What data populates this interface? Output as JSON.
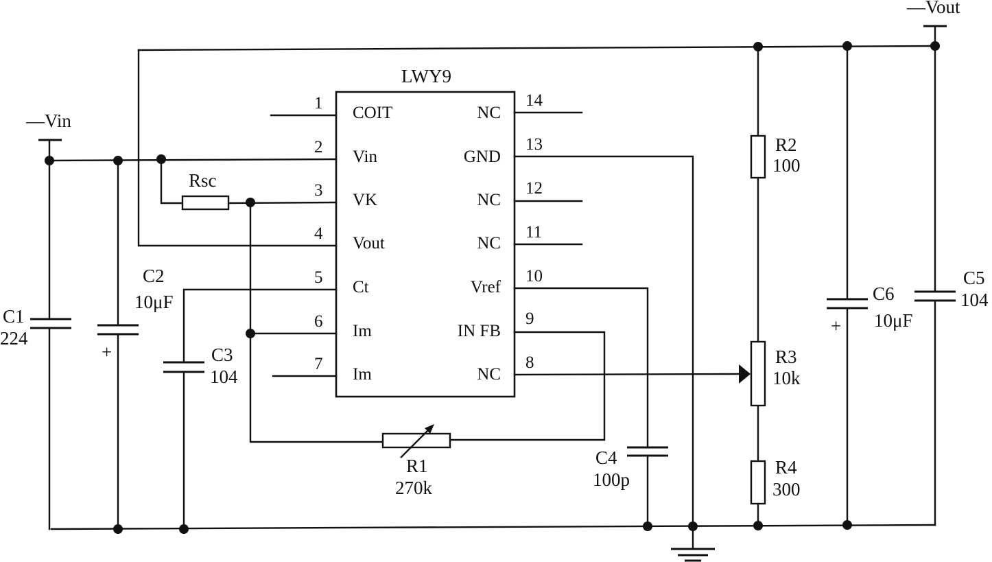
{
  "chip": {
    "name": "LWY9",
    "left_pins": [
      {
        "num": "1",
        "name": "COIT"
      },
      {
        "num": "2",
        "name": "Vin"
      },
      {
        "num": "3",
        "name": "VK"
      },
      {
        "num": "4",
        "name": "Vout"
      },
      {
        "num": "5",
        "name": "Ct"
      },
      {
        "num": "6",
        "name": "Im"
      },
      {
        "num": "7",
        "name": "Im"
      }
    ],
    "right_pins": [
      {
        "num": "14",
        "name": "NC"
      },
      {
        "num": "13",
        "name": "GND"
      },
      {
        "num": "12",
        "name": "NC"
      },
      {
        "num": "11",
        "name": "NC"
      },
      {
        "num": "10",
        "name": "Vref"
      },
      {
        "num": "9",
        "name": "IN FB"
      },
      {
        "num": "8",
        "name": "NC"
      }
    ]
  },
  "terminals": {
    "vin": "—Vin",
    "vout": "—Vout"
  },
  "components": {
    "c1": {
      "name": "C1",
      "value": "224"
    },
    "c2": {
      "name": "C2",
      "value": "10μF",
      "polarity": "+"
    },
    "c3": {
      "name": "C3",
      "value": "104"
    },
    "c4": {
      "name": "C4",
      "value": "100p"
    },
    "c5": {
      "name": "C5",
      "value": "104"
    },
    "c6": {
      "name": "C6",
      "value": "10μF",
      "polarity": "+"
    },
    "rsc": {
      "name": "Rsc"
    },
    "r1": {
      "name": "R1",
      "value": "270k"
    },
    "r2": {
      "name": "R2",
      "value": "100"
    },
    "r3": {
      "name": "R3",
      "value": "10k"
    },
    "r4": {
      "name": "R4",
      "value": "300"
    }
  }
}
